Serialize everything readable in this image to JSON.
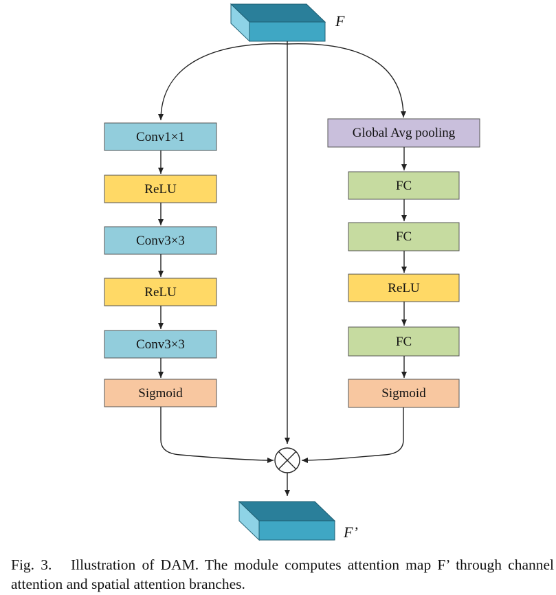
{
  "input_label": "F",
  "output_label": "F’",
  "left_branch": [
    {
      "label": "Conv1×1",
      "fill": "#92cddc"
    },
    {
      "label": "ReLU",
      "fill": "#ffd966"
    },
    {
      "label": "Conv3×3",
      "fill": "#92cddc"
    },
    {
      "label": "ReLU",
      "fill": "#ffd966"
    },
    {
      "label": "Conv3×3",
      "fill": "#92cddc"
    },
    {
      "label": "Sigmoid",
      "fill": "#f8c7a0"
    }
  ],
  "right_branch": [
    {
      "label": "Global Avg pooling",
      "fill": "#c9bfdc"
    },
    {
      "label": "FC",
      "fill": "#c6dba0"
    },
    {
      "label": "FC",
      "fill": "#c6dba0"
    },
    {
      "label": "ReLU",
      "fill": "#ffd966"
    },
    {
      "label": "FC",
      "fill": "#c6dba0"
    },
    {
      "label": "Sigmoid",
      "fill": "#f8c7a0"
    }
  ],
  "colors": {
    "cube_front": "#3fa7c4",
    "cube_top": "#2a7f9a",
    "cube_side": "#8ed3e6"
  },
  "caption": {
    "figure_number": "Fig. 3.",
    "text": "Illustration of DAM. The module computes attention map F’ through channel attention and spatial attention branches."
  }
}
